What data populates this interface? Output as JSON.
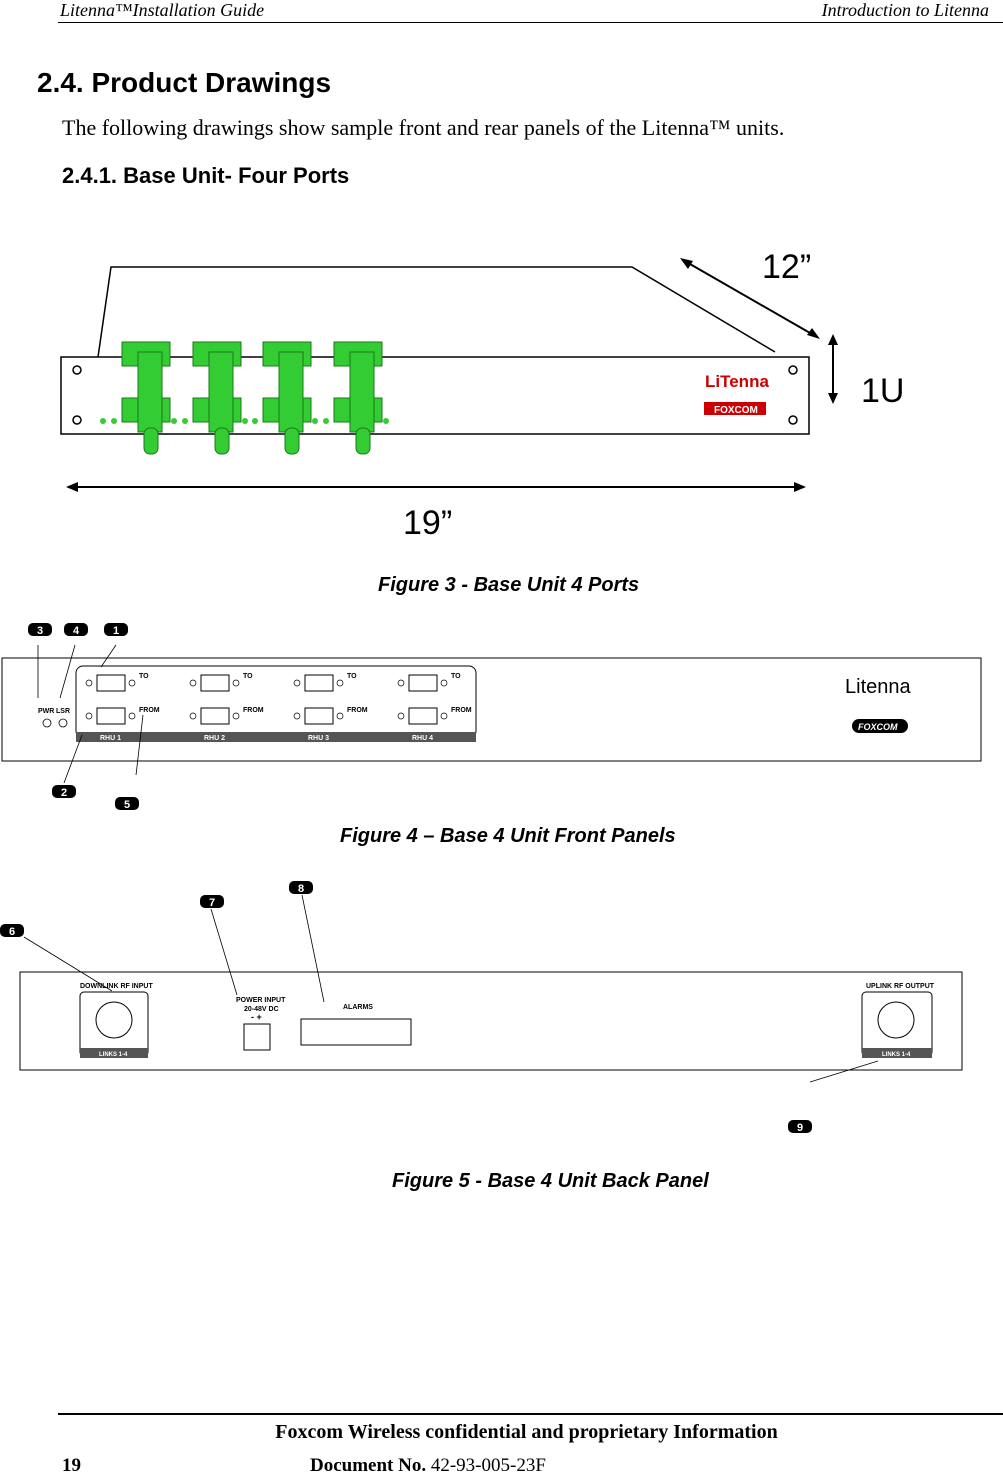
{
  "header": {
    "left": "Litenna™Installation Guide",
    "right": "Introduction to Litenna"
  },
  "section": {
    "heading": "2.4. Product Drawings",
    "intro": "The following drawings show sample front and rear panels of the Litenna™ units.",
    "subheading": "2.4.1.  Base Unit- Four Ports"
  },
  "figure3": {
    "caption": "Figure 3 - Base Unit  4 Ports",
    "depth_label": "12”",
    "height_label": "1U",
    "width_label": "19”",
    "logo_top": "LiTenna",
    "logo_bottom": "FOXCOM"
  },
  "figure4": {
    "caption": "Figure 4 – Base 4 Unit Front Panels",
    "callouts": [
      "3",
      "4",
      "1",
      "2",
      "5"
    ],
    "led_labels": [
      "PWR",
      "LSR"
    ],
    "port_top_label": "TO",
    "port_bottom_label": "FROM",
    "rhu_labels": [
      "RHU 1",
      "RHU 2",
      "RHU 3",
      "RHU 4"
    ],
    "logo": "Litenna",
    "brand": "FOXCOM"
  },
  "figure5": {
    "caption": "Figure 5 - Base 4 Unit Back Panel",
    "callouts": [
      "6",
      "7",
      "8",
      "9"
    ],
    "downlink_label": "DOWNLINK RF INPUT",
    "downlink_sub": "LINKS 1-4",
    "power_label_1": "POWER INPUT",
    "power_label_2": "20-48V DC",
    "power_polarity": "- +",
    "alarms_label": "ALARMS",
    "uplink_label": "UPLINK RF OUTPUT",
    "uplink_sub": "LINKS 1-4"
  },
  "footer": {
    "confidential": "Foxcom Wireless confidential and proprietary Information",
    "page": "19",
    "doc_label": "Document No.",
    "doc_number": "42-93-005-23F"
  },
  "colors": {
    "connector_green": "#33cc33",
    "connector_dark": "#1a7a1a",
    "logo_red": "#cc0000"
  }
}
